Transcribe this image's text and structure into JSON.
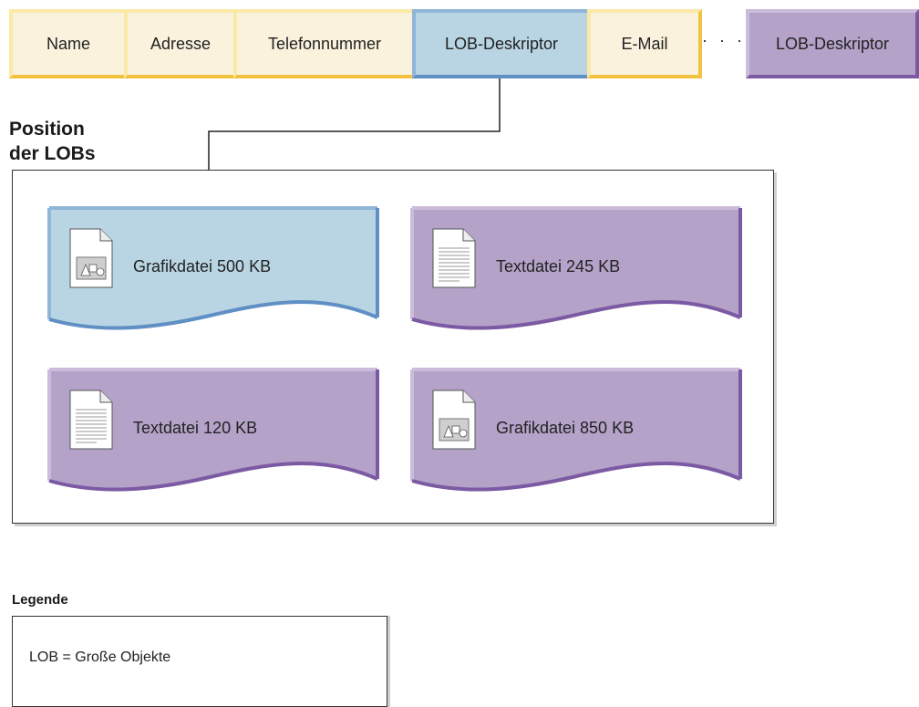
{
  "record": {
    "fields": [
      "Name",
      "Adresse",
      "Telefonnummer",
      "LOB-Deskriptor",
      "E-Mail"
    ],
    "ellipsis": "· · ·",
    "last_field": "LOB-Deskriptor"
  },
  "store": {
    "title": "Position der LOBs",
    "title_line1": "Position",
    "title_line2": "der LOBs",
    "items": [
      {
        "label": "Grafikdatei 500 KB",
        "kind": "graphic",
        "color": "#b9d5e4"
      },
      {
        "label": "Textdatei 245 KB",
        "kind": "text",
        "color": "#b4a2c8"
      },
      {
        "label": "Textdatei 120 KB",
        "kind": "text",
        "color": "#b4a2c8"
      },
      {
        "label": "Grafikdatei 850 KB",
        "kind": "graphic",
        "color": "#b4a2c8"
      }
    ]
  },
  "legend": {
    "title": "Legende",
    "text": "LOB = Große Objekte"
  },
  "colors": {
    "field_yellow": "#faf2dc",
    "descriptor_blue": "#b9d5e4",
    "descriptor_purple": "#b4a2c8"
  }
}
